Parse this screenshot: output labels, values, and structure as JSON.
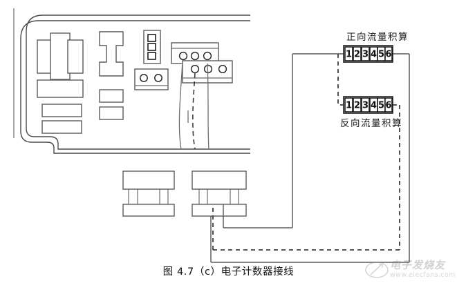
{
  "figure": {
    "caption": "图 4.7（c）电子计数器接线",
    "title_id": "4.7(c)"
  },
  "labels": {
    "forward_totalizer": "正向流量积算",
    "reverse_totalizer": "反向流量积算"
  },
  "terminal_blocks": [
    {
      "name": "forward-flow-terminal-block",
      "label": "正向流量积算",
      "label_position": "above",
      "terminals": [
        "1",
        "2",
        "3",
        "4",
        "5",
        "6"
      ]
    },
    {
      "name": "reverse-flow-terminal-block",
      "label": "反向流量积算",
      "label_position": "below",
      "terminals": [
        "1",
        "2",
        "3",
        "4",
        "5",
        "6"
      ]
    }
  ],
  "device": {
    "name": "电子计数器",
    "enclosure": "rounded-rectangle-housing",
    "internal_components": [
      "component-block-left-center",
      "component-block-left-a",
      "component-block-left-b",
      "component-block-left-c",
      "component-block-left-d",
      "component-block-left-e",
      "component-h-shaped",
      "component-bar-a",
      "component-bar-b"
    ],
    "connectors": [
      "connector-3-pin-vertical",
      "connector-2-pole-screw",
      "terminal-strip-upper-3-screw",
      "terminal-strip-lower-3-screw"
    ],
    "cable_glands": [
      "cable-gland-left",
      "cable-gland-right"
    ]
  },
  "wiring": {
    "solid_line_style": "solid",
    "dashed_line_style": "dashed",
    "connections": [
      {
        "from": "device-terminal-strip",
        "to": "forward-block-terminal-1",
        "style": "solid"
      },
      {
        "from": "device-terminal-strip",
        "to": "reverse-block-terminal-1",
        "style": "dashed"
      },
      {
        "from": "forward-block-terminal-6",
        "to": "device-cable-gland-right",
        "style": "solid"
      },
      {
        "from": "reverse-block-terminal-6",
        "to": "device-cable-gland-right",
        "style": "dashed"
      }
    ]
  },
  "watermark": {
    "brand": "电子发烧友",
    "url": "www.elecfans.com"
  },
  "colors": {
    "line": "#4a4a4a",
    "terminal_border": "#1d1d1d",
    "text": "#111111",
    "background": "#ffffff",
    "watermark": "#9a9a9a"
  }
}
